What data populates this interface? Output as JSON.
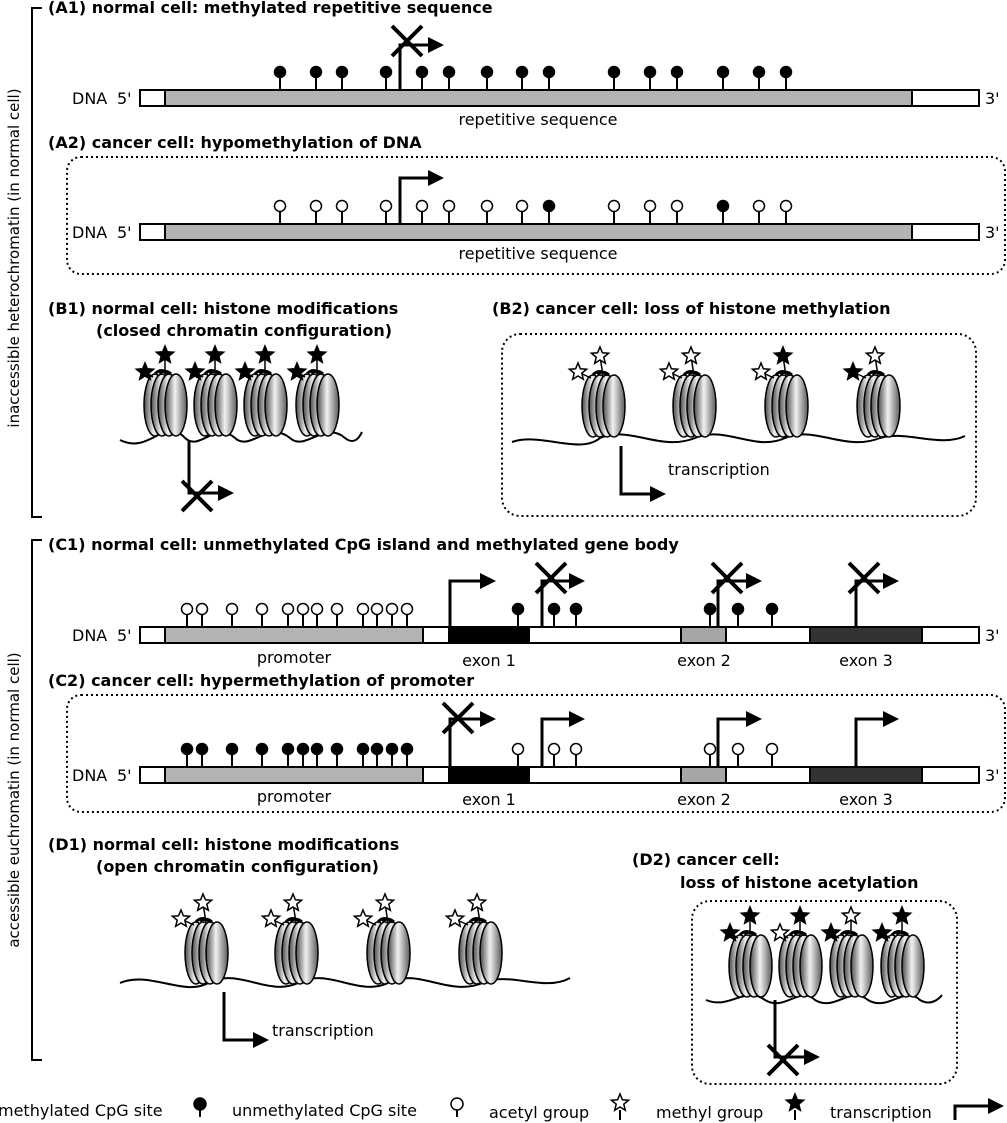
{
  "side_labels": {
    "top": "inaccessible heterochromatin (in normal cell)",
    "bottom": "accessible euchromatin (in normal cell)"
  },
  "dna": {
    "label": "DNA",
    "five": "5'",
    "three": "3'"
  },
  "panels": {
    "a1": {
      "title": "(A1) normal cell: methylated repetitive sequence",
      "region": "repetitive sequence"
    },
    "a2": {
      "title": "(A2) cancer cell: hypomethylation of DNA",
      "region": "repetitive sequence"
    },
    "b1": {
      "title_line1": "(B1) normal cell: histone modifications",
      "title_line2": "(closed chromatin configuration)"
    },
    "b2": {
      "title": "(B2) cancer cell: loss of histone methylation",
      "transcription": "transcription"
    },
    "c1": {
      "title": "(C1) normal cell: unmethylated CpG island and methylated gene body",
      "promoter": "promoter",
      "exon1": "exon 1",
      "exon2": "exon 2",
      "exon3": "exon 3"
    },
    "c2": {
      "title": "(C2) cancer cell: hypermethylation of promoter",
      "promoter": "promoter",
      "exon1": "exon 1",
      "exon2": "exon 2",
      "exon3": "exon 3"
    },
    "d1": {
      "title_line1": "(D1) normal cell: histone modifications",
      "title_line2": "(open chromatin configuration)",
      "transcription": "transcription"
    },
    "d2": {
      "title_line1": "(D2) cancer cell:",
      "title_line2": "loss of histone acetylation"
    }
  },
  "legend": {
    "methylated": "methylated CpG site",
    "unmethylated": "unmethylated CpG site",
    "acetyl": "acetyl group",
    "methyl": "methyl group",
    "transcription": "transcription"
  }
}
